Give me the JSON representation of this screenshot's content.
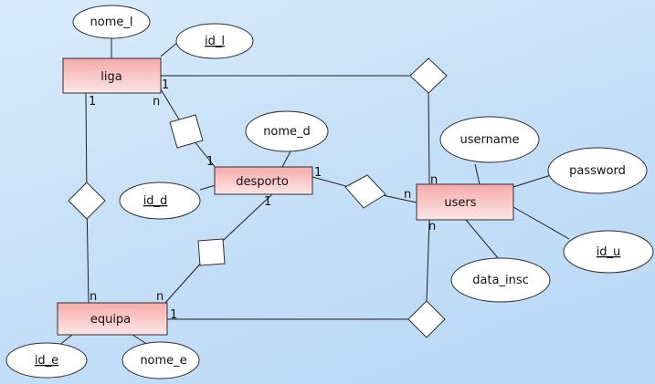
{
  "entities": {
    "liga": "liga",
    "desporto": "desporto",
    "users": "users",
    "equipa": "equipa"
  },
  "attributes": {
    "nome_l": "nome_l",
    "id_l": "id_l",
    "nome_d": "nome_d",
    "id_d": "id_d",
    "username": "username",
    "password": "password",
    "id_u": "id_u",
    "data_insc": "data_insc",
    "id_e": "id_e",
    "nome_e": "nome_e"
  },
  "cardinalities": {
    "liga_desporto_liga": "n",
    "liga_desporto_desporto": "1",
    "liga_users_liga": "1",
    "liga_users_users": "n",
    "liga_equipa_liga": "1",
    "liga_equipa_equipa": "n",
    "desporto_users_desporto": "1",
    "desporto_users_users": "n",
    "desporto_equipa_desporto": "1",
    "desporto_equipa_equipa": "n",
    "equipa_users_equipa": "1",
    "equipa_users_users": "n"
  },
  "colors": {
    "background": "#c6e0f8",
    "entity_fill_top": "#f6aaaa",
    "entity_fill_bottom": "#fde6e6",
    "stroke": "#2f2f2f"
  }
}
